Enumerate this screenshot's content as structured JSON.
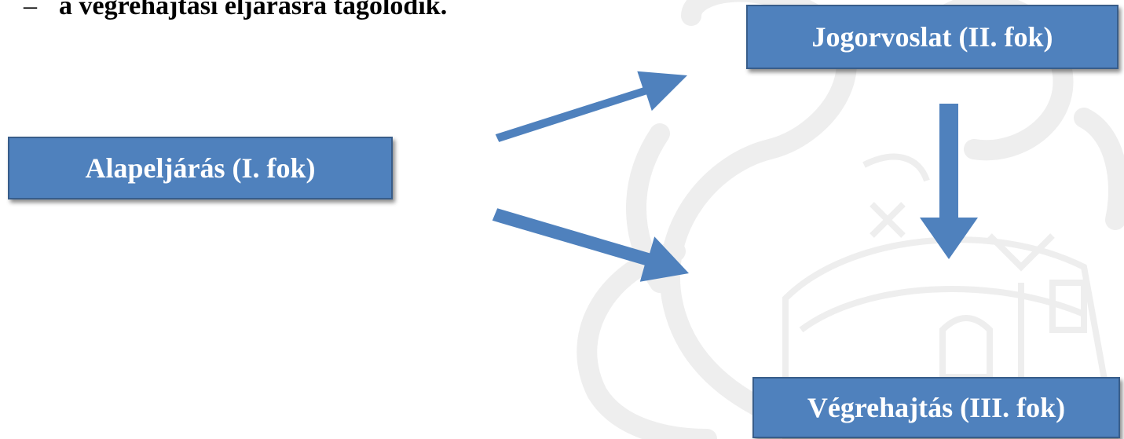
{
  "heading": {
    "bullet": "–",
    "text": "a végrehajtási eljárásra tagolódik."
  },
  "boxes": {
    "alapeljaras": "Alapeljárás (I. fok)",
    "jogorvoslat": "Jogorvoslat (II. fok)",
    "vegrehajtas": "Végrehajtás (III. fok)"
  },
  "colors": {
    "box_fill": "#4f81bd",
    "box_border": "#385d8a",
    "arrow": "#4f81bd",
    "watermark": "#eeeeee"
  }
}
